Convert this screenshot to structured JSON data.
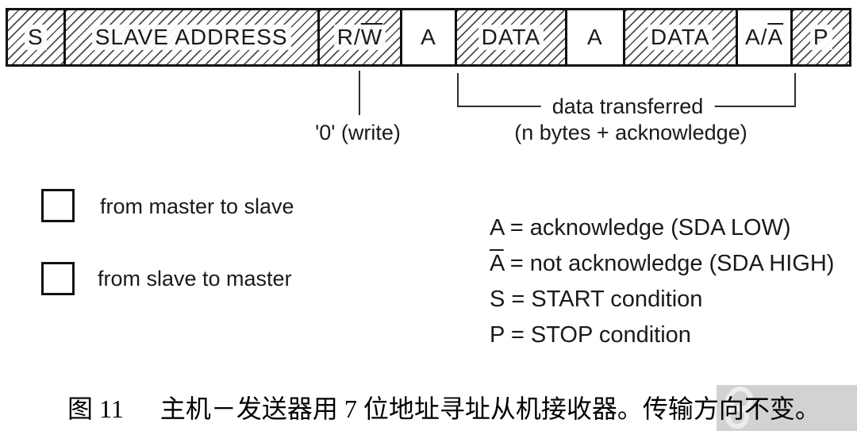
{
  "diagram": {
    "boxes": [
      {
        "label": "S",
        "hatched": true
      },
      {
        "label": "SLAVE ADDRESS",
        "hatched": true
      },
      {
        "label": "R/",
        "over": "W",
        "hatched": true
      },
      {
        "label": "A",
        "hatched": false
      },
      {
        "label": "DATA",
        "hatched": true
      },
      {
        "label": "A",
        "hatched": false
      },
      {
        "label": "DATA",
        "hatched": true
      },
      {
        "label": "A/",
        "over": "A",
        "hatched": false
      },
      {
        "label": "P",
        "hatched": true
      }
    ],
    "write_label": "'0' (write)",
    "transfer_label_line1": "data transferred",
    "transfer_label_line2": "(n bytes + acknowledge)"
  },
  "legend": {
    "master_to_slave": "from master to slave",
    "slave_to_master": "from slave to master"
  },
  "definitions": {
    "ack": "A = acknowledge (SDA LOW)",
    "nack_over": "A",
    "nack_rest": " = not acknowledge (SDA HIGH)",
    "start": "S = START condition",
    "stop": "P = STOP condition"
  },
  "caption": {
    "fig_label": "图 11",
    "text": "主机－发送器用 7 位地址寻址从机接收器。传输方向不变。"
  },
  "colors": {
    "line": "#111111",
    "text": "#1a1a1a",
    "watermark_bg": "#d2d2d2",
    "background": "#ffffff"
  }
}
